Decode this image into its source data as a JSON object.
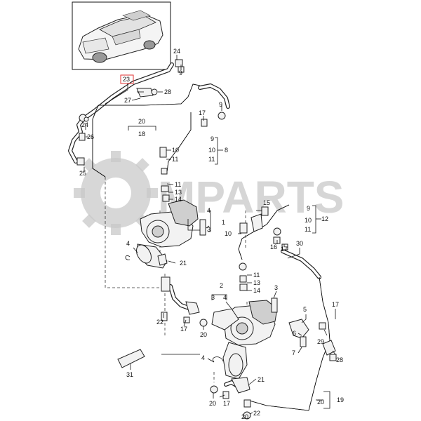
{
  "watermark": {
    "text": "MPARTS"
  },
  "callouts": {
    "c23": "23",
    "c24a": "24",
    "c28": "28",
    "c27": "27",
    "c24b": "24",
    "c20a": "20",
    "c18": "18",
    "c26": "26",
    "c25": "25",
    "c17a": "17",
    "c9a": "9",
    "c9b": "9",
    "c10a": "10",
    "c8": "8",
    "c11a": "11",
    "c10b": "10",
    "c11b": "11",
    "c11c": "11",
    "c13a": "13",
    "c14a": "14",
    "c4a": "4",
    "c1": "1",
    "c3a": "3",
    "c15": "15",
    "c9c": "9",
    "c12": "12",
    "c10c": "10",
    "c11d": "11",
    "c10d": "10",
    "c16": "16",
    "c17b": "17",
    "c30": "30",
    "c4b": "4",
    "c21a": "21",
    "c11e": "11",
    "c13b": "13",
    "c14b": "14",
    "c2": "2",
    "c3b": "3",
    "c4c": "4",
    "c3c": "3",
    "c22a": "22",
    "c17c": "17",
    "c20b": "20",
    "c5": "5",
    "c6": "6",
    "c7": "7",
    "c17d": "17",
    "c29": "29",
    "c28b": "28",
    "c4d": "4",
    "c21b": "21",
    "c31": "31",
    "c20c": "20",
    "c17e": "17",
    "c22b": "22",
    "c20d": "20",
    "c19": "19",
    "c20e": "20"
  },
  "colors": {
    "highlight_box": "#e03030",
    "line": "#111111",
    "watermark": "#c9c9c9"
  }
}
